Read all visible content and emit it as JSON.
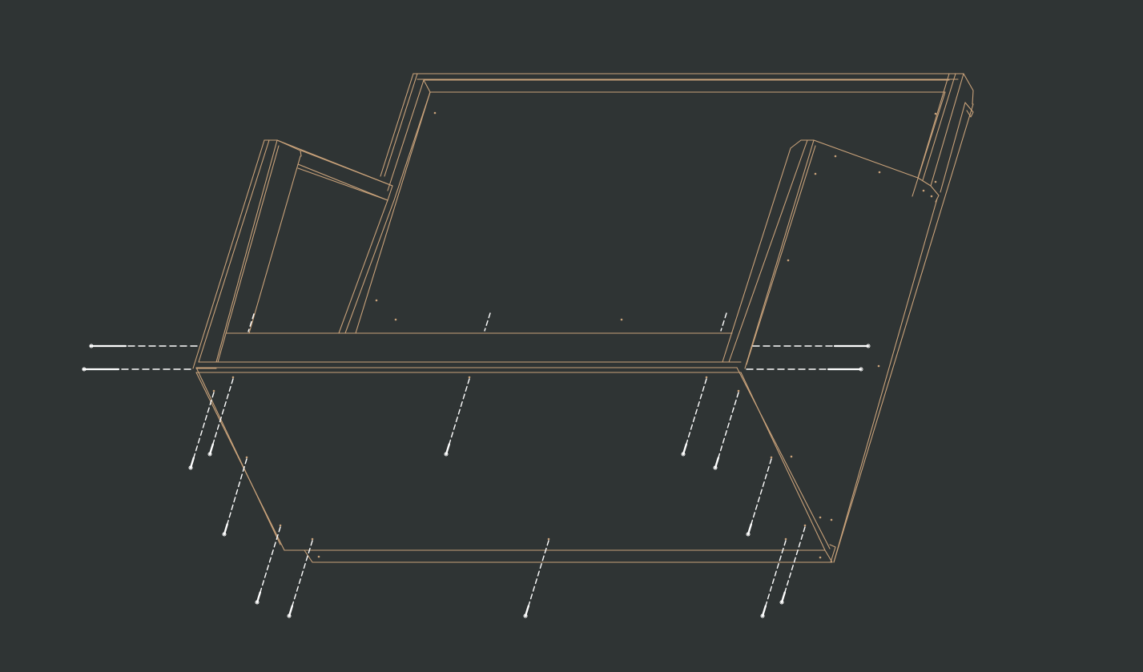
{
  "diagram": {
    "subject": "assembly-diagram",
    "colors": {
      "background": "#2f3434",
      "outline": "#c9a27a",
      "fastener": "#ffffff"
    },
    "screw_count": 20,
    "horizontal_screw_count": 4,
    "vertical_screw_count": 16
  }
}
